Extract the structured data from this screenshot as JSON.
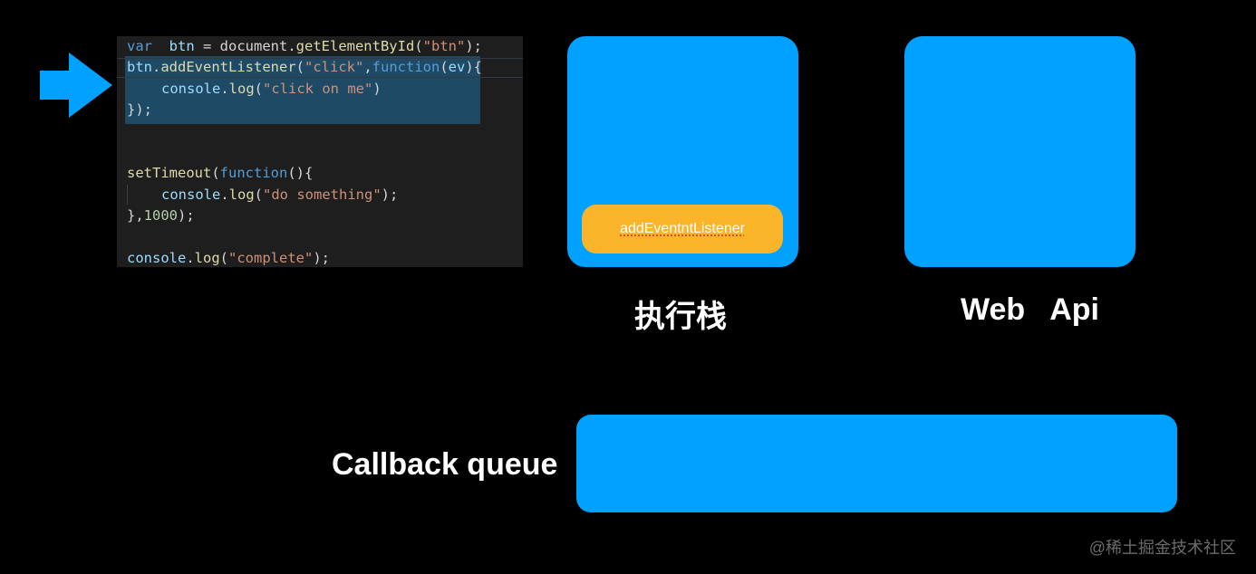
{
  "code": {
    "lines": [
      {
        "parts": [
          [
            "kw",
            "var"
          ],
          [
            "",
            "  "
          ],
          [
            "var",
            "btn"
          ],
          [
            "",
            " = document."
          ],
          [
            "fn",
            "getElementById"
          ],
          [
            "",
            "("
          ],
          [
            "str",
            "\"btn\""
          ],
          [
            "",
            ");"
          ]
        ]
      },
      {
        "parts": [
          [
            "var",
            "btn"
          ],
          [
            "",
            "."
          ],
          [
            "fn",
            "addEventListener"
          ],
          [
            "",
            "("
          ],
          [
            "str",
            "\"click\""
          ],
          [
            "",
            ","
          ],
          [
            "kw",
            "function"
          ],
          [
            "",
            "("
          ],
          [
            "var",
            "ev"
          ],
          [
            "",
            "){"
          ]
        ]
      },
      {
        "parts": [
          [
            "indent",
            ""
          ],
          [
            "var",
            "console"
          ],
          [
            "",
            "."
          ],
          [
            "fn",
            "log"
          ],
          [
            "",
            "("
          ],
          [
            "str",
            "\"click on me\""
          ],
          [
            "",
            ")"
          ]
        ]
      },
      {
        "parts": [
          [
            "",
            "});"
          ]
        ]
      },
      {
        "parts": []
      },
      {
        "parts": []
      },
      {
        "parts": [
          [
            "fn",
            "setTimeout"
          ],
          [
            "",
            "("
          ],
          [
            "kw",
            "function"
          ],
          [
            "",
            "(){"
          ]
        ]
      },
      {
        "parts": [
          [
            "indent",
            ""
          ],
          [
            "var",
            "console"
          ],
          [
            "",
            "."
          ],
          [
            "fn",
            "log"
          ],
          [
            "",
            "("
          ],
          [
            "str",
            "\"do something\""
          ],
          [
            "",
            ");"
          ]
        ]
      },
      {
        "parts": [
          [
            "",
            "},"
          ],
          [
            "num",
            "1000"
          ],
          [
            "",
            ");"
          ]
        ]
      },
      {
        "parts": []
      },
      {
        "parts": [
          [
            "var",
            "console"
          ],
          [
            "",
            "."
          ],
          [
            "fn",
            "log"
          ],
          [
            "",
            "("
          ],
          [
            "str",
            "\"complete\""
          ],
          [
            "",
            ");"
          ]
        ]
      }
    ]
  },
  "exec_stack": {
    "label": "执行栈",
    "items": [
      "addEventntListener"
    ]
  },
  "web_api": {
    "label": "Web   Api"
  },
  "callback_queue": {
    "label": "Callback queue"
  },
  "watermark": "@稀土掘金技术社区",
  "colors": {
    "background": "#000000",
    "box": "#00a1ff",
    "chip": "#f9b42a",
    "arrow": "#00a1ff",
    "code_bg": "#1e1e1e",
    "highlight": "#1f4a66"
  },
  "icons": {
    "pointer": "right-arrow-icon"
  }
}
